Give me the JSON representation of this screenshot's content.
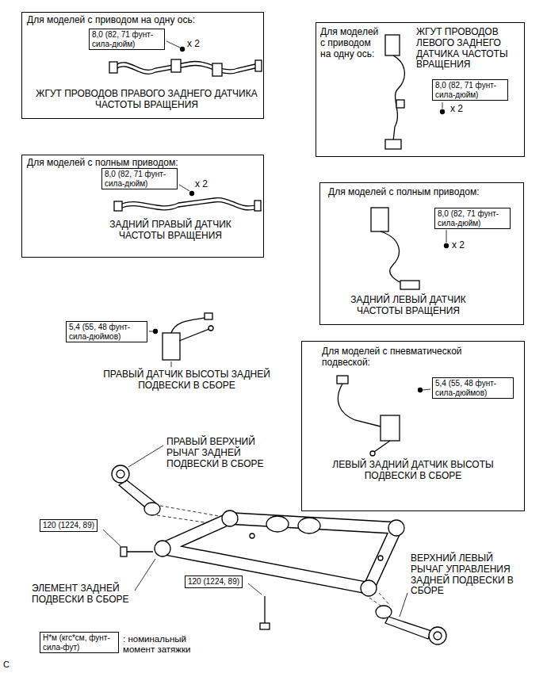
{
  "diagram": {
    "nodes": [
      {
        "text": [
          "Для моделей с приводом на одну ось:",
          "x 2",
          "ЖГУТ ПРОВОДОВ ПРАВОГО ЗАДНЕГО ДАТЧИКА ЧАСТОТЫ ВРАЩЕНИЯ"
        ]
      },
      {
        "text": [
          "8,0 (82, 71 фунт-сила-дюйм)"
        ],
        "in": 0
      },
      {
        "text": [
          "Для моделей с приводом на одну ось:",
          "ЖГУТ ПРОВОДОВ ЛЕВОГО ЗАДНЕГО ДАТЧИКА ЧАСТОТЫ ВРАЩЕНИЯ",
          "x 2"
        ]
      },
      {
        "text": [
          "8,0 (82, 71 фунт-сила-дюйм)"
        ],
        "in": 2
      },
      {
        "text": [
          "Для моделей с полным приводом:",
          "x 2",
          "ЗАДНИЙ ПРАВЫЙ ДАТЧИК ЧАСТОТЫ ВРАЩЕНИЯ"
        ]
      },
      {
        "text": [
          "8,0 (82, 71 фунт-сила-дюйм)"
        ],
        "in": 4
      },
      {
        "text": [
          "Для моделей с полным приводом:",
          "x 2",
          "ЗАДНИЙ ЛЕВЫЙ ДАТЧИК ЧАСТОТЫ ВРАЩЕНИЯ"
        ]
      },
      {
        "text": [
          "8,0 (82, 71 фунт-сила-дюйм)"
        ],
        "in": 6
      },
      {
        "text": [
          "5,4 (55, 48 фунт-сила-дюймов)"
        ]
      },
      {
        "text": [
          "Для моделей с пневматической подвеской:",
          "ЛЕВЫЙ ЗАДНИЙ ДАТЧИК ВЫСОТЫ ПОДВЕСКИ В СБОРЕ"
        ]
      },
      {
        "text": [
          "5,4 (55, 48 фунт-сила-дюймов)"
        ],
        "in": 9
      },
      {
        "text": [
          "120 (1224, 89)"
        ]
      },
      {
        "text": [
          "120 (1224, 89)"
        ]
      },
      {
        "text": [
          "Н*м (кгс*см, фунт-сила-фут)"
        ]
      }
    ],
    "labels": [
      "ПРАВЫЙ ДАТЧИК ВЫСОТЫ ЗАДНЕЙ ПОДВЕСКИ В СБОРЕ",
      "ПРАВЫЙ ВЕРХНИЙ РЫЧАГ ЗАДНЕЙ ПОДВЕСКИ В СБОРЕ",
      "ЭЛЕМЕНТ ЗАДНЕЙ ПОДВЕСКИ В СБОРЕ",
      "ВЕРХНИЙ ЛЕВЫЙ РЫЧАГ УПРАВЛЕНИЯ ЗАДНЕЙ ПОДВЕСКИ В СБОРЕ",
      ": номинальный момент затяжки",
      "C"
    ]
  }
}
